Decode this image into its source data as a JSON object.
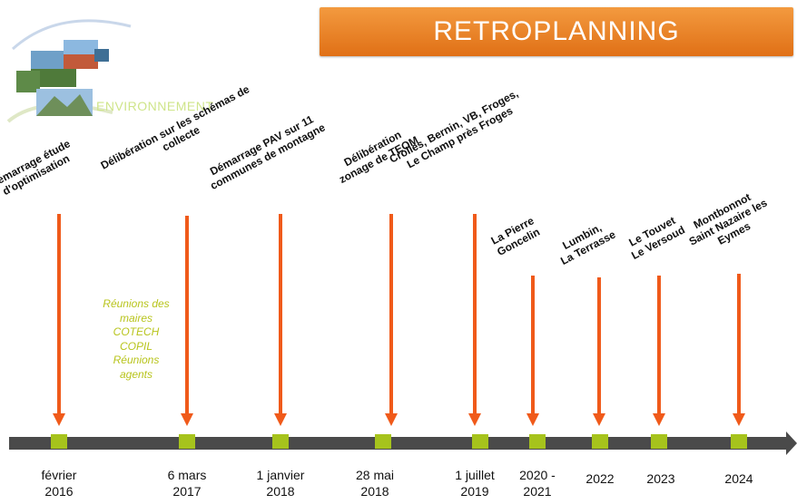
{
  "banner": {
    "title": "RETROPLANNING",
    "color": "#ec7f24"
  },
  "logo": {
    "text": "ENVIRONNEMENT",
    "icon": "landscape-photo-collage"
  },
  "colors": {
    "arrow": "#f05a1a",
    "marker": "#a6c31c",
    "timeline": "#4a4a4a",
    "meetings_text": "#b8c41c"
  },
  "meetings": [
    "Réunions des",
    "maires",
    "COTECH",
    "COPIL",
    "Réunions",
    "agents"
  ],
  "events": [
    {
      "label": [
        "Démarrage étude",
        "d'optimisation"
      ],
      "date": [
        "février",
        "2016"
      ]
    },
    {
      "label": [
        "Délibération sur les schémas de",
        "collecte"
      ],
      "date": [
        "6 mars",
        "2017"
      ]
    },
    {
      "label": [
        "Démarrage PAV sur 11",
        "communes de montagne"
      ],
      "date": [
        "1 janvier",
        "2018"
      ]
    },
    {
      "label": [
        "Délibération",
        "zonage de TEOM"
      ],
      "date": [
        "28 mai",
        "2018"
      ]
    },
    {
      "label": [
        "Crolles, Bernin, VB, Froges,",
        "Le Champ près Froges"
      ],
      "date": [
        "1 juillet",
        "2019"
      ]
    },
    {
      "label": [
        "La Pierre",
        "Goncelin"
      ],
      "date": [
        "2020 -",
        "2021"
      ]
    },
    {
      "label": [
        "Lumbin,",
        "La Terrasse"
      ],
      "date": [
        "2022",
        ""
      ]
    },
    {
      "label": [
        "Le Touvet",
        "Le Versoud"
      ],
      "date": [
        "2023",
        ""
      ]
    },
    {
      "label": [
        "Montbonnot",
        "Saint Nazaire les",
        "Eymes"
      ],
      "date": [
        "2024",
        ""
      ]
    }
  ]
}
